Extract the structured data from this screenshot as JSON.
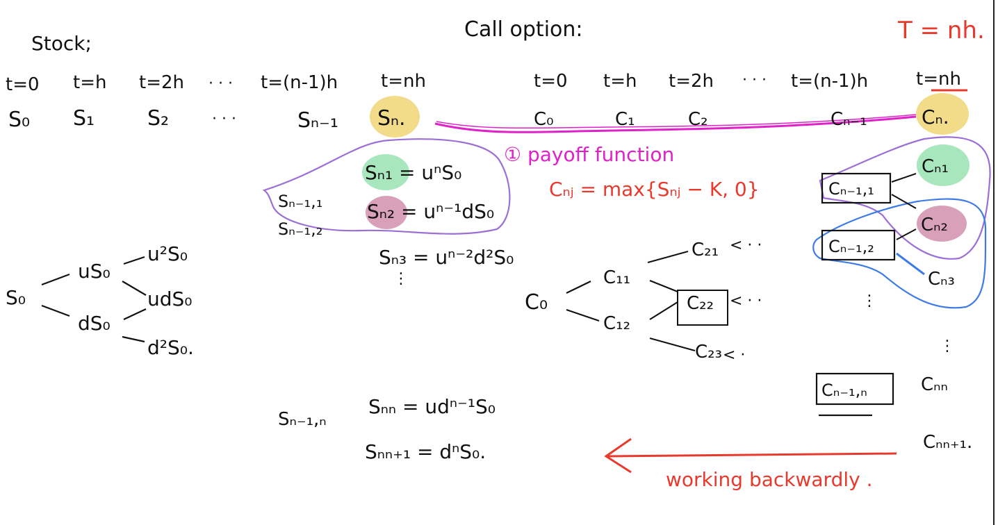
{
  "colors": {
    "ink": "#111111",
    "red": "#e8392d",
    "magenta": "#e021c9",
    "purple": "#9b6fd6",
    "blue": "#3c7be6",
    "yellow_hl": "#f2dc8a",
    "green_hl": "#a8e6bd",
    "pink_hl": "#d9a0ba"
  },
  "stock": {
    "title": "Stock;",
    "time_labels": [
      "t=0",
      "t=h",
      "t=2h",
      "· · ·",
      "t=(n-1)h",
      "t=nh"
    ],
    "prices": [
      "S₀",
      "S₁",
      "S₂",
      "· · ·",
      "Sₙ₋₁",
      "Sₙ."
    ],
    "terminal_nodes": [
      "Sₙ₁ = uⁿS₀",
      "Sₙ₂ = uⁿ⁻¹dS₀",
      "Sₙ₃ = uⁿ⁻²d²S₀",
      "Sₙₙ = udⁿ⁻¹S₀",
      "Sₙₙ₊₁ = dⁿS₀."
    ],
    "prev_nodes": [
      "Sₙ₋₁,₁",
      "Sₙ₋₁,₂",
      "Sₙ₋₁,ₙ"
    ],
    "tree": {
      "root": "S₀",
      "level1": [
        "uS₀",
        "dS₀"
      ],
      "level2": [
        "u²S₀",
        "udS₀",
        "d²S₀."
      ]
    }
  },
  "call": {
    "title": "Call option:",
    "maturity": "T = nh.",
    "time_labels": [
      "t=0",
      "t=h",
      "t=2h",
      "· · ·",
      "t=(n-1)h",
      "t=nh"
    ],
    "prices": [
      "C₀",
      "C₁",
      "C₂",
      "Cₙ₋₁",
      "Cₙ."
    ],
    "payoff_label": "① payoff function",
    "payoff_formula": "Cₙⱼ = max{Sₙⱼ − K, 0}",
    "tree": {
      "root": "C₀",
      "level1": [
        "C₁₁",
        "C₁₂"
      ],
      "level2": [
        "C₂₁",
        "C₂₂",
        "C₂₃"
      ],
      "prev_nodes": [
        "Cₙ₋₁,₁",
        "Cₙ₋₁,₂",
        "Cₙ₋₁,ₙ"
      ],
      "terminal_nodes": [
        "Cₙ₁",
        "Cₙ₂",
        "Cₙ₃",
        "Cₙₙ",
        "Cₙₙ₊₁."
      ]
    },
    "backward_label": "working backwardly ."
  }
}
